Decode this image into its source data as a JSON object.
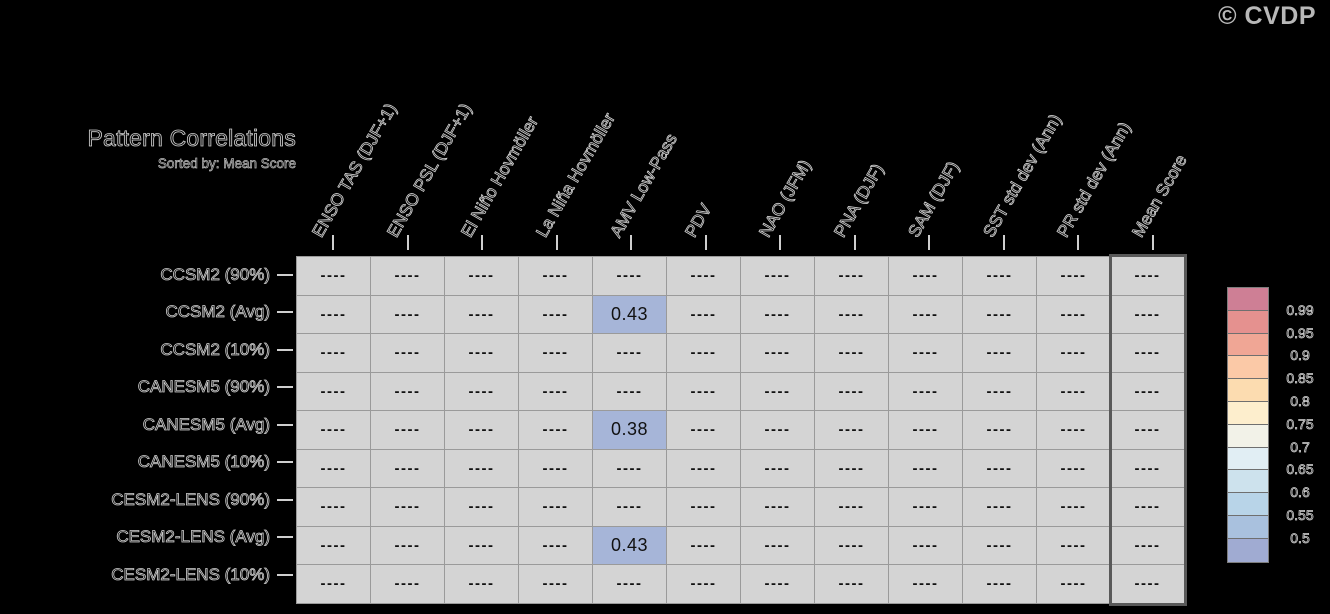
{
  "branding": {
    "copyright_logo": "© CVDP"
  },
  "header": {
    "title": "Pattern Correlations",
    "subtitle": "Sorted by: Mean Score"
  },
  "table": {
    "columns": [
      "ENSO TAS (DJF+1)",
      "ENSO PSL (DJF+1)",
      "El Niño Hovmöller",
      "La Niña Hovmöller",
      "AMV Low-Pass",
      "PDV",
      "NAO (JFM)",
      "PNA (DJF)",
      "SAM (DJF)",
      "SST std dev (Ann)",
      "PR std dev (Ann)",
      "Mean Score"
    ],
    "highlight_column": "Mean Score",
    "rows": [
      {
        "label": "CCSM2 (90%)",
        "values": [
          "----",
          "----",
          "----",
          "----",
          "----",
          "----",
          "----",
          "----",
          "----",
          "----",
          "----",
          "----"
        ]
      },
      {
        "label": "CCSM2 (Avg)",
        "values": [
          "----",
          "----",
          "----",
          "----",
          "0.43",
          "----",
          "----",
          "----",
          "----",
          "----",
          "----",
          "----"
        ]
      },
      {
        "label": "CCSM2 (10%)",
        "values": [
          "----",
          "----",
          "----",
          "----",
          "----",
          "----",
          "----",
          "----",
          "----",
          "----",
          "----",
          "----"
        ]
      },
      {
        "label": "CANESM5 (90%)",
        "values": [
          "----",
          "----",
          "----",
          "----",
          "----",
          "----",
          "----",
          "----",
          "----",
          "----",
          "----",
          "----"
        ]
      },
      {
        "label": "CANESM5 (Avg)",
        "values": [
          "----",
          "----",
          "----",
          "----",
          "0.38",
          "----",
          "----",
          "----",
          "----",
          "----",
          "----",
          "----"
        ]
      },
      {
        "label": "CANESM5 (10%)",
        "values": [
          "----",
          "----",
          "----",
          "----",
          "----",
          "----",
          "----",
          "----",
          "----",
          "----",
          "----",
          "----"
        ]
      },
      {
        "label": "CESM2-LENS (90%)",
        "values": [
          "----",
          "----",
          "----",
          "----",
          "----",
          "----",
          "----",
          "----",
          "----",
          "----",
          "----",
          "----"
        ]
      },
      {
        "label": "CESM2-LENS (Avg)",
        "values": [
          "----",
          "----",
          "----",
          "----",
          "0.43",
          "----",
          "----",
          "----",
          "----",
          "----",
          "----",
          "----"
        ]
      },
      {
        "label": "CESM2-LENS (10%)",
        "values": [
          "----",
          "----",
          "----",
          "----",
          "----",
          "----",
          "----",
          "----",
          "----",
          "----",
          "----",
          "----"
        ]
      }
    ],
    "empty_marker": "----",
    "cell_background": "#d4d4d4",
    "value_cell_background": "#a6b5d8"
  },
  "colorbar": {
    "labels": [
      "0.99",
      "0.95",
      "0.9",
      "0.85",
      "0.8",
      "0.75",
      "0.7",
      "0.65",
      "0.6",
      "0.55",
      "0.5"
    ],
    "band_colors": [
      "#ce7f95",
      "#e5918f",
      "#f0a695",
      "#fbc9a7",
      "#fcdcb0",
      "#fdeecd",
      "#f2f2e8",
      "#e1eef4",
      "#cde2ed",
      "#b8d4e8",
      "#a9c1de",
      "#a0abd2"
    ]
  },
  "chart_data": {
    "type": "heatmap",
    "title": "Pattern Correlations",
    "subtitle": "Sorted by: Mean Score",
    "xlabel": "",
    "ylabel": "",
    "grid": true,
    "legend": "right",
    "categories": [
      "ENSO TAS (DJF+1)",
      "ENSO PSL (DJF+1)",
      "El Niño Hovmöller",
      "La Niña Hovmöller",
      "AMV Low-Pass",
      "PDV",
      "NAO (JFM)",
      "PNA (DJF)",
      "SAM (DJF)",
      "SST std dev (Ann)",
      "PR std dev (Ann)",
      "Mean Score"
    ],
    "rows": [
      "CCSM2 (90%)",
      "CCSM2 (Avg)",
      "CCSM2 (10%)",
      "CANESM5 (90%)",
      "CANESM5 (Avg)",
      "CANESM5 (10%)",
      "CESM2-LENS (90%)",
      "CESM2-LENS (Avg)",
      "CESM2-LENS (10%)"
    ],
    "values": [
      [
        null,
        null,
        null,
        null,
        null,
        null,
        null,
        null,
        null,
        null,
        null,
        null
      ],
      [
        null,
        null,
        null,
        null,
        0.43,
        null,
        null,
        null,
        null,
        null,
        null,
        null
      ],
      [
        null,
        null,
        null,
        null,
        null,
        null,
        null,
        null,
        null,
        null,
        null,
        null
      ],
      [
        null,
        null,
        null,
        null,
        null,
        null,
        null,
        null,
        null,
        null,
        null,
        null
      ],
      [
        null,
        null,
        null,
        null,
        0.38,
        null,
        null,
        null,
        null,
        null,
        null,
        null
      ],
      [
        null,
        null,
        null,
        null,
        null,
        null,
        null,
        null,
        null,
        null,
        null,
        null
      ],
      [
        null,
        null,
        null,
        null,
        null,
        null,
        null,
        null,
        null,
        null,
        null,
        null
      ],
      [
        null,
        null,
        null,
        null,
        0.43,
        null,
        null,
        null,
        null,
        null,
        null,
        null
      ],
      [
        null,
        null,
        null,
        null,
        null,
        null,
        null,
        null,
        null,
        null,
        null,
        null
      ]
    ],
    "colorbar_ticks": [
      0.5,
      0.55,
      0.6,
      0.65,
      0.7,
      0.75,
      0.8,
      0.85,
      0.9,
      0.95,
      0.99
    ]
  }
}
